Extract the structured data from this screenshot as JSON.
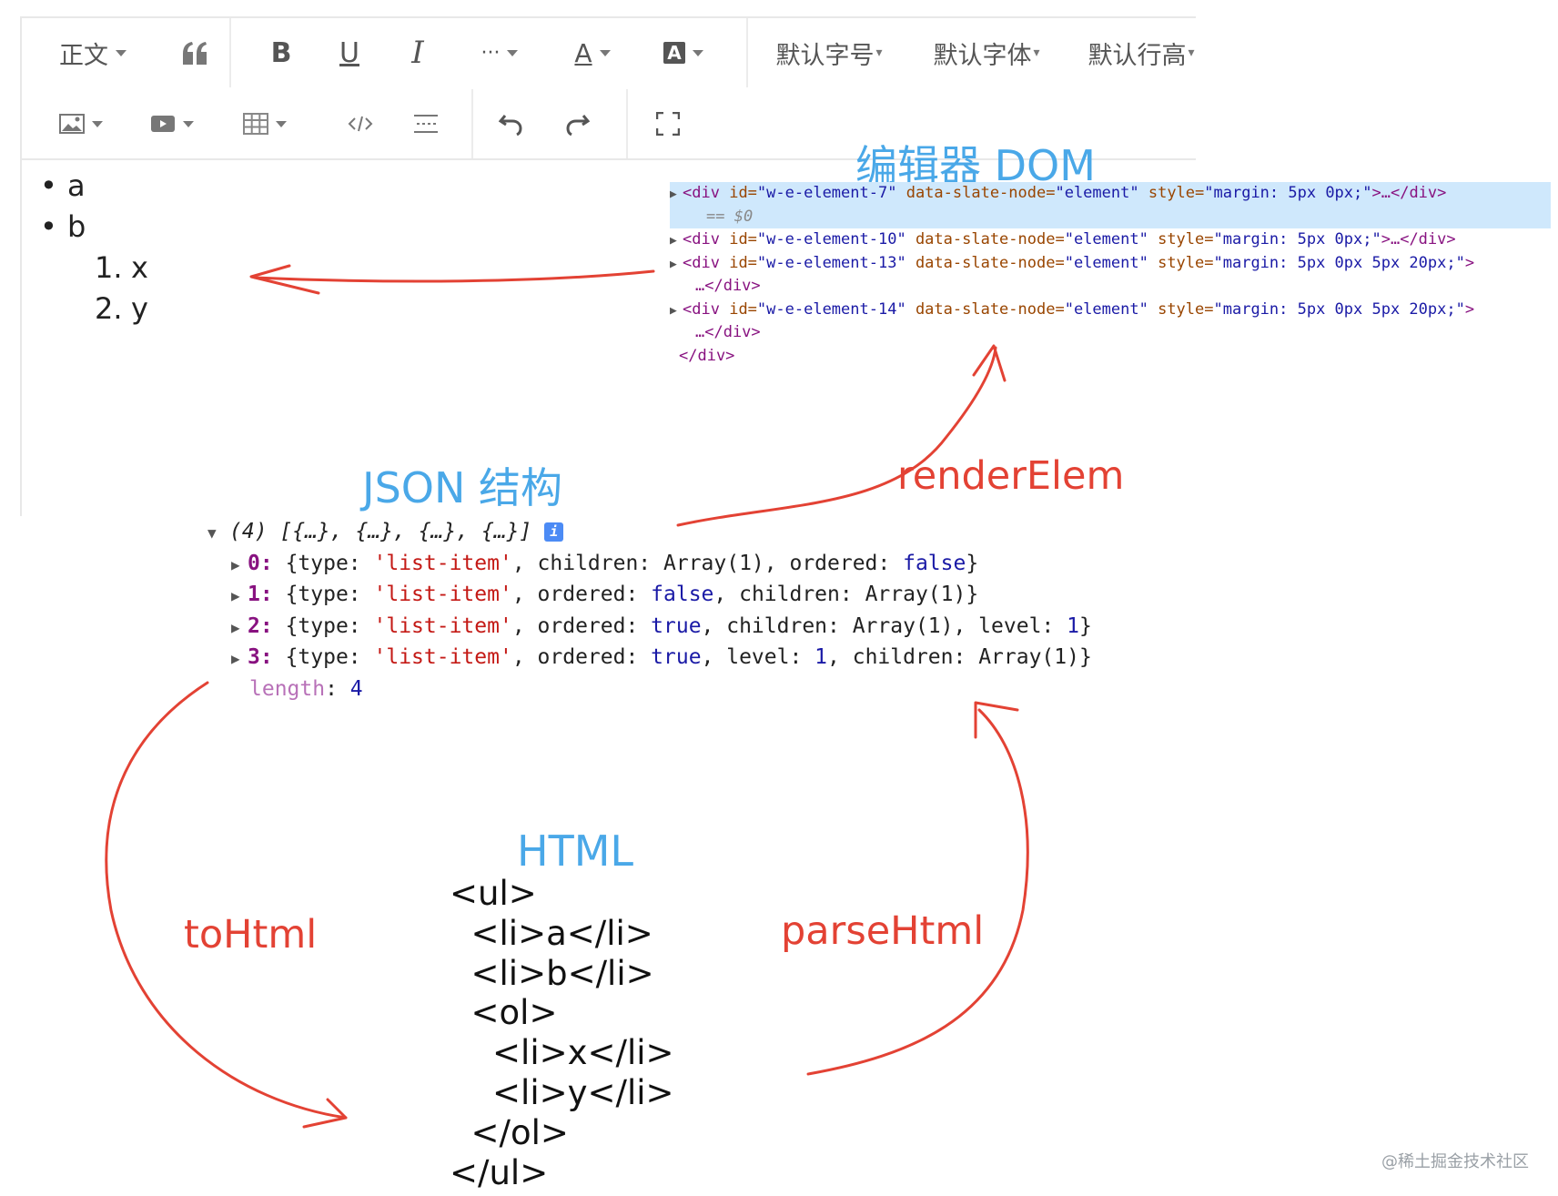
{
  "toolbar": {
    "row1": {
      "paragraph_label": "正文",
      "quote_icon": "quote-icon",
      "bold_label": "B",
      "underline_label": "U",
      "italic_label": "I",
      "more_label": "···",
      "font_color_label": "A",
      "bg_color_label": "A",
      "font_size_label": "默认字号",
      "font_family_label": "默认字体",
      "line_height_label": "默认行高"
    },
    "row2": {
      "icons": [
        "image-icon",
        "video-icon",
        "table-icon",
        "code-icon",
        "divider-icon",
        "undo-icon",
        "redo-icon",
        "fullscreen-icon"
      ]
    }
  },
  "editor_content": {
    "bullets": [
      "a",
      "b"
    ],
    "numbered": [
      {
        "num": "1.",
        "text": "x"
      },
      {
        "num": "2.",
        "text": "y"
      }
    ]
  },
  "labels": {
    "editor_dom": "编辑器 DOM",
    "json_structure": "JSON 结构",
    "html": "HTML",
    "render_elem": "renderElem",
    "to_html": "toHtml",
    "parse_html": "parseHtml"
  },
  "dom_lines": {
    "l1": {
      "id": "\"w-e-element-7\"",
      "slate": "\"element\"",
      "style": "\"margin: 5px 0px;\"",
      "tail": ">…</div>"
    },
    "l1_note": "== $0",
    "l2": {
      "id": "\"w-e-element-10\"",
      "slate": "\"element\"",
      "style": "\"margin: 5px 0px;\"",
      "tail": ">…</div>"
    },
    "l3": {
      "id": "\"w-e-element-13\"",
      "slate": "\"element\"",
      "style": "\"margin: 5px 0px 5px 20px;\"",
      "tail": ">"
    },
    "l3_cont": "…</div>",
    "l4": {
      "id": "\"w-e-element-14\"",
      "slate": "\"element\"",
      "style": "\"margin: 5px 0px 5px 20px;\"",
      "tail": ">"
    },
    "l4_cont": "…</div>",
    "close": "</div>",
    "tag_open": "<div",
    "attr_id": "id=",
    "attr_slate": "data-slate-node=",
    "attr_style": "style="
  },
  "json_console": {
    "header": "(4) [{…}, {…}, {…}, {…}]",
    "info": "i",
    "items": [
      {
        "key": "0:",
        "pre": "{type: ",
        "type": "'list-item'",
        "mid1": ", children: Array(1), ordered: ",
        "v1": "false",
        "mid2": "",
        "v2": "",
        "end": "}"
      },
      {
        "key": "1:",
        "pre": "{type: ",
        "type": "'list-item'",
        "mid1": ", ordered: ",
        "v1": "false",
        "mid2": ", children: Array(1)",
        "v2": "",
        "end": "}"
      },
      {
        "key": "2:",
        "pre": "{type: ",
        "type": "'list-item'",
        "mid1": ", ordered: ",
        "v1": "true",
        "mid2": ", children: Array(1), level: ",
        "v2": "1",
        "end": "}"
      },
      {
        "key": "3:",
        "pre": "{type: ",
        "type": "'list-item'",
        "mid1": ", ordered: ",
        "v1": "true",
        "mid2": ", level: ",
        "v2": "1",
        "end": ", children: Array(1)}"
      }
    ],
    "length_key": "length",
    "length_val": "4"
  },
  "html_code": [
    "<ul>",
    "  <li>a</li>",
    "  <li>b</li>",
    "  <ol>",
    "    <li>x</li>",
    "    <li>y</li>",
    "  </ol>",
    "</ul>"
  ],
  "watermark": "@稀土掘金技术社区",
  "colors": {
    "blue_label": "#4aa8e8",
    "red_label": "#e34234",
    "arrow": "#e34234"
  }
}
